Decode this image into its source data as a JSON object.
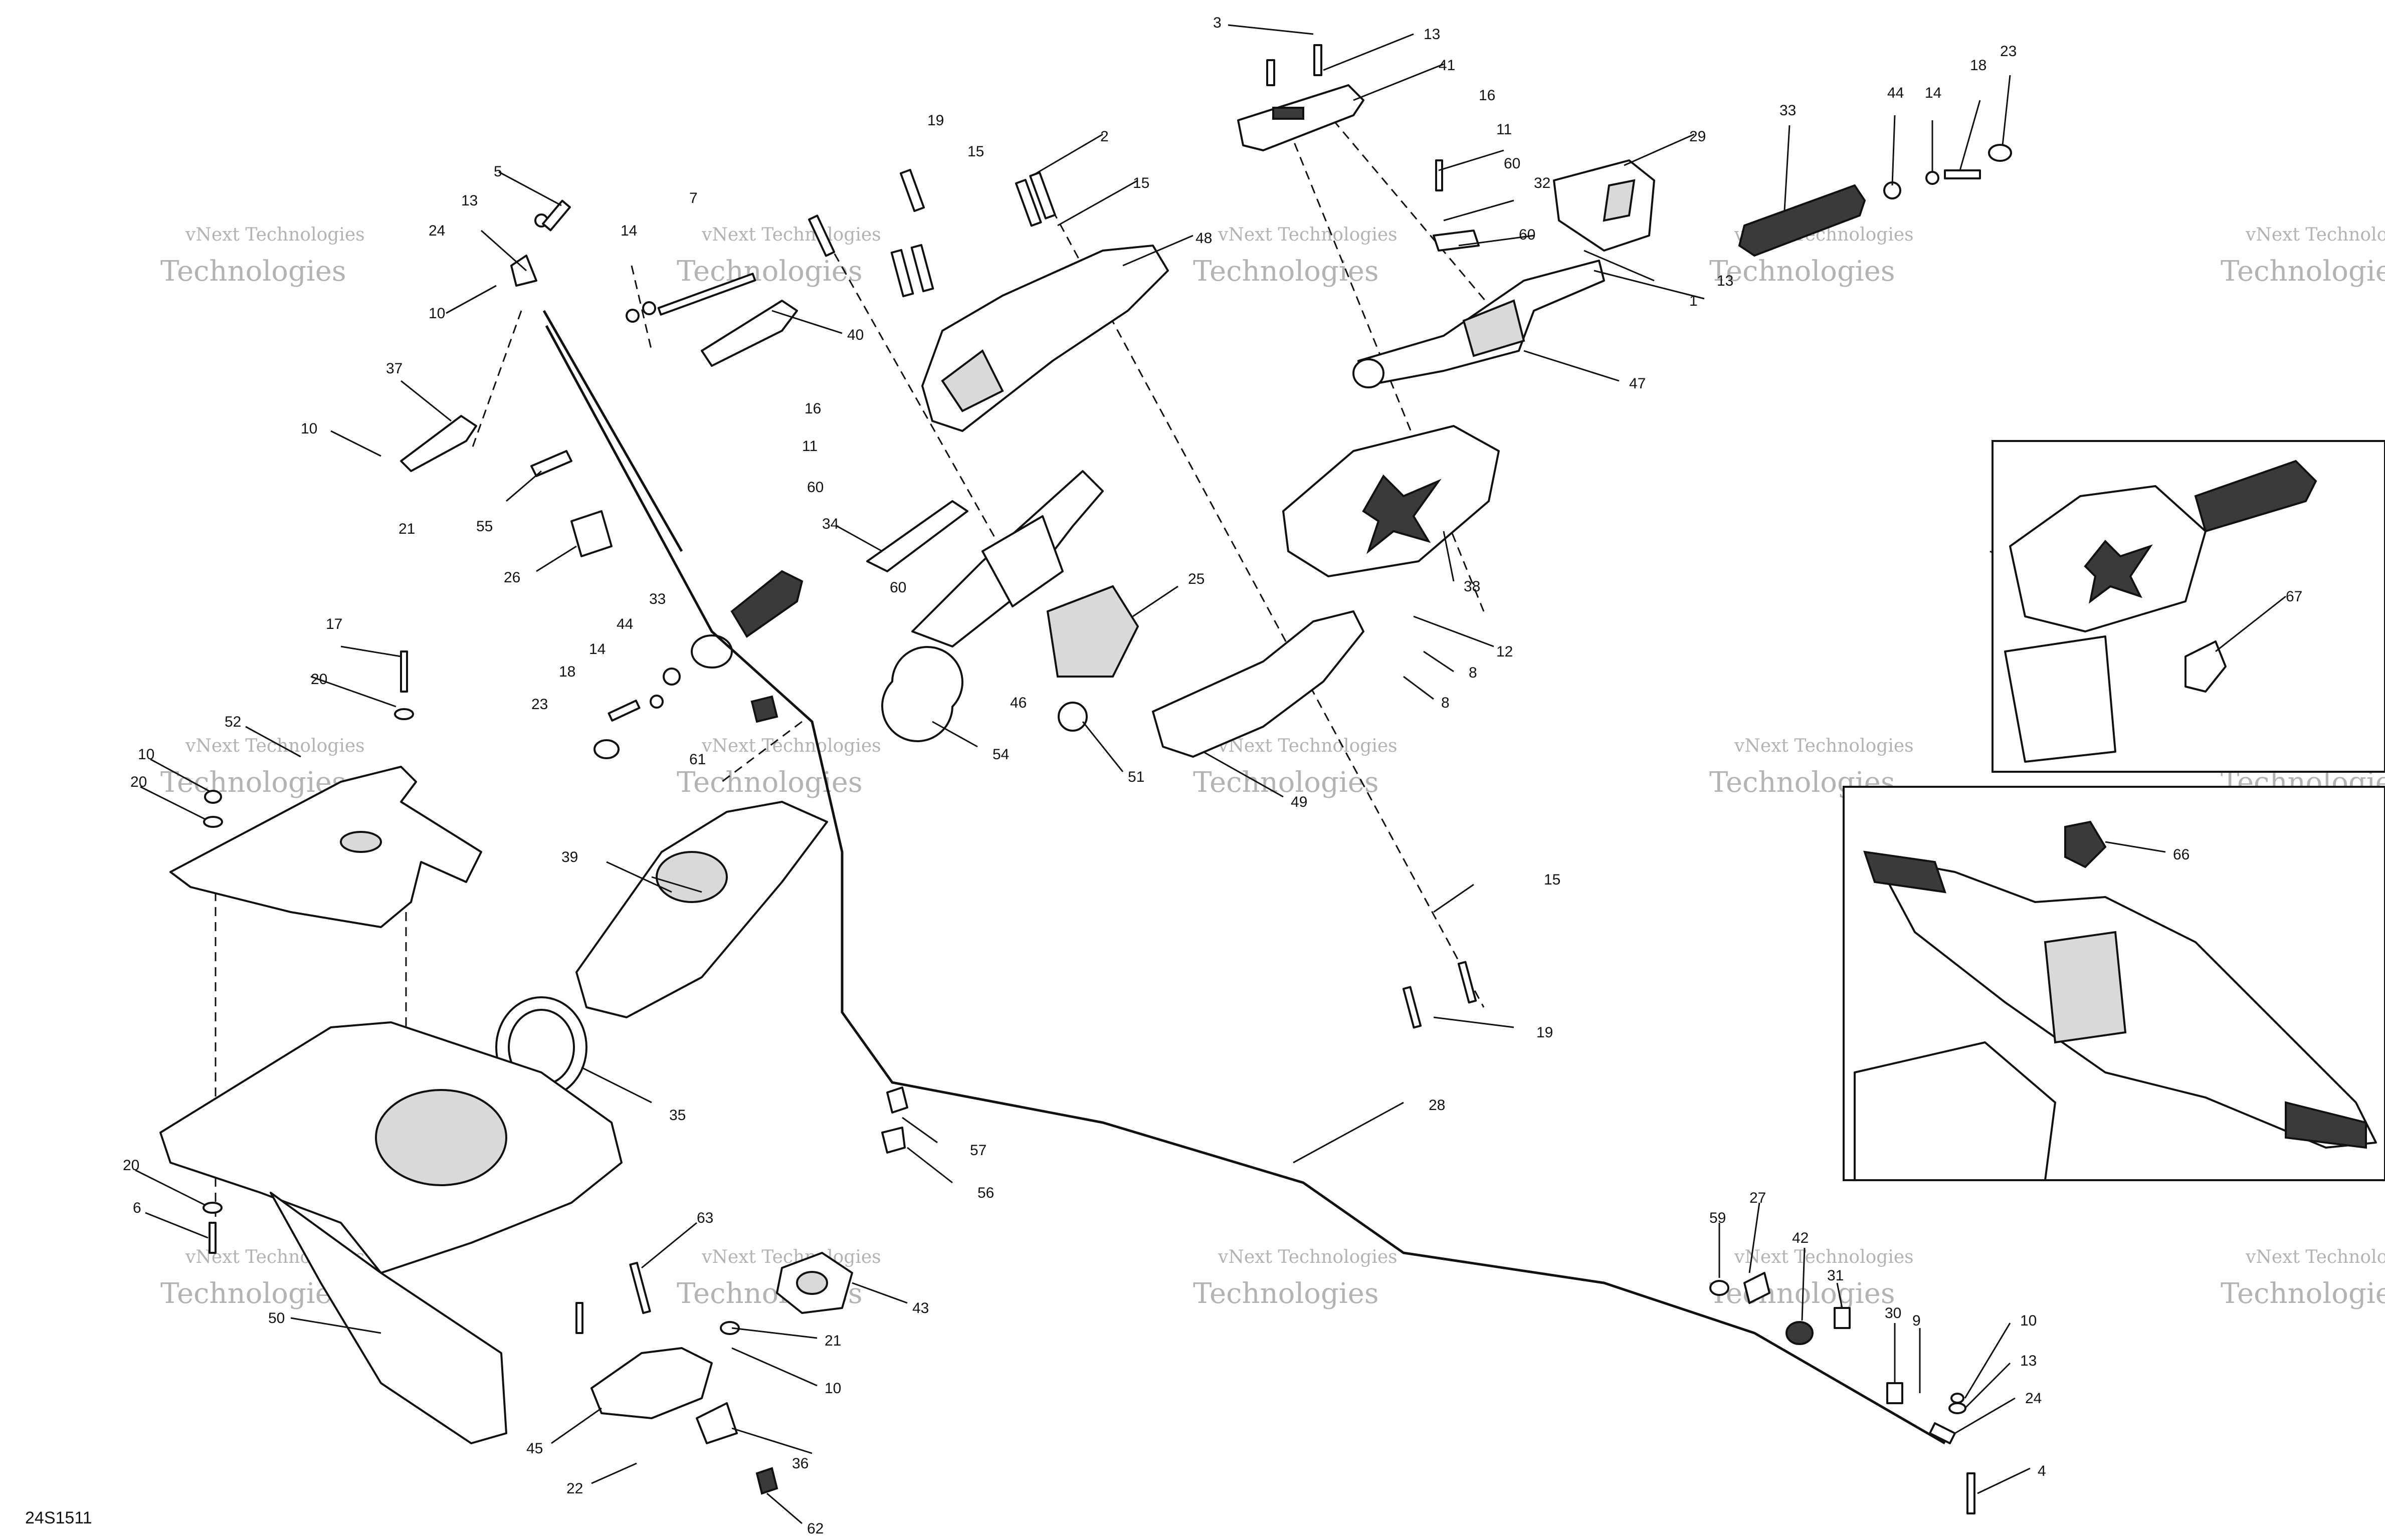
{
  "diagram_ref": "24S1511",
  "watermark": {
    "line1": "vNext Technologies",
    "line2": "Technologies"
  },
  "callouts": [
    {
      "id": "c3",
      "label": "3"
    },
    {
      "id": "c13a",
      "label": "13"
    },
    {
      "id": "c41",
      "label": "41"
    },
    {
      "id": "c16a",
      "label": "16"
    },
    {
      "id": "c11a",
      "label": "11"
    },
    {
      "id": "c60a",
      "label": "60"
    },
    {
      "id": "c32",
      "label": "32"
    },
    {
      "id": "c60b",
      "label": "60"
    },
    {
      "id": "c29",
      "label": "29"
    },
    {
      "id": "c33a",
      "label": "33"
    },
    {
      "id": "c44a",
      "label": "44"
    },
    {
      "id": "c14a",
      "label": "14"
    },
    {
      "id": "c18a",
      "label": "18"
    },
    {
      "id": "c23a",
      "label": "23"
    },
    {
      "id": "c13b",
      "label": "13"
    },
    {
      "id": "c1",
      "label": "1"
    },
    {
      "id": "c47",
      "label": "47"
    },
    {
      "id": "c19a",
      "label": "19"
    },
    {
      "id": "c2",
      "label": "2"
    },
    {
      "id": "c15a",
      "label": "15"
    },
    {
      "id": "c15b",
      "label": "15"
    },
    {
      "id": "c48",
      "label": "48"
    },
    {
      "id": "c5",
      "label": "5"
    },
    {
      "id": "c7",
      "label": "7"
    },
    {
      "id": "c13c",
      "label": "13"
    },
    {
      "id": "c24a",
      "label": "24"
    },
    {
      "id": "c14b",
      "label": "14"
    },
    {
      "id": "c10a",
      "label": "10"
    },
    {
      "id": "c40",
      "label": "40"
    },
    {
      "id": "c37",
      "label": "37"
    },
    {
      "id": "c10b",
      "label": "10"
    },
    {
      "id": "c21a",
      "label": "21"
    },
    {
      "id": "c55",
      "label": "55"
    },
    {
      "id": "c26",
      "label": "26"
    },
    {
      "id": "c16b",
      "label": "16"
    },
    {
      "id": "c11b",
      "label": "11"
    },
    {
      "id": "c60c",
      "label": "60"
    },
    {
      "id": "c34",
      "label": "34"
    },
    {
      "id": "c60d",
      "label": "60"
    },
    {
      "id": "c38",
      "label": "38"
    },
    {
      "id": "c25",
      "label": "25"
    },
    {
      "id": "c12",
      "label": "12"
    },
    {
      "id": "c8a",
      "label": "8"
    },
    {
      "id": "c8b",
      "label": "8"
    },
    {
      "id": "c46",
      "label": "46"
    },
    {
      "id": "c54",
      "label": "54"
    },
    {
      "id": "c51",
      "label": "51"
    },
    {
      "id": "c49",
      "label": "49"
    },
    {
      "id": "c17",
      "label": "17"
    },
    {
      "id": "c44b",
      "label": "44"
    },
    {
      "id": "c33b",
      "label": "33"
    },
    {
      "id": "c14c",
      "label": "14"
    },
    {
      "id": "c18b",
      "label": "18"
    },
    {
      "id": "c23b",
      "label": "23"
    },
    {
      "id": "c61",
      "label": "61"
    },
    {
      "id": "c20a",
      "label": "20"
    },
    {
      "id": "c10c",
      "label": "10"
    },
    {
      "id": "c52",
      "label": "52"
    },
    {
      "id": "c20b",
      "label": "20"
    },
    {
      "id": "c39",
      "label": "39"
    },
    {
      "id": "c35",
      "label": "35"
    },
    {
      "id": "c20c",
      "label": "20"
    },
    {
      "id": "c6",
      "label": "6"
    },
    {
      "id": "c50",
      "label": "50"
    },
    {
      "id": "c15c",
      "label": "15"
    },
    {
      "id": "c19b",
      "label": "19"
    },
    {
      "id": "c28",
      "label": "28"
    },
    {
      "id": "c57",
      "label": "57"
    },
    {
      "id": "c56",
      "label": "56"
    },
    {
      "id": "c63",
      "label": "63"
    },
    {
      "id": "c43",
      "label": "43"
    },
    {
      "id": "c21b",
      "label": "21"
    },
    {
      "id": "c10d",
      "label": "10"
    },
    {
      "id": "c45",
      "label": "45"
    },
    {
      "id": "c36",
      "label": "36"
    },
    {
      "id": "c22",
      "label": "22"
    },
    {
      "id": "c62",
      "label": "62"
    },
    {
      "id": "c59",
      "label": "59"
    },
    {
      "id": "c27",
      "label": "27"
    },
    {
      "id": "c42",
      "label": "42"
    },
    {
      "id": "c31",
      "label": "31"
    },
    {
      "id": "c30",
      "label": "30"
    },
    {
      "id": "c9",
      "label": "9"
    },
    {
      "id": "c10e",
      "label": "10"
    },
    {
      "id": "c13d",
      "label": "13"
    },
    {
      "id": "c24b",
      "label": "24"
    },
    {
      "id": "c4",
      "label": "4"
    },
    {
      "id": "c67",
      "label": "67"
    },
    {
      "id": "c66",
      "label": "66"
    }
  ]
}
